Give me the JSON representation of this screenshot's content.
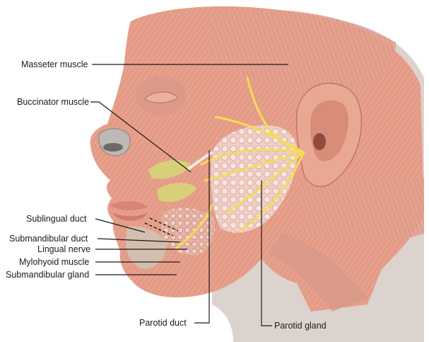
{
  "labels": {
    "masseter": "Masseter muscle",
    "buccinator": "Buccinator muscle",
    "sublingual_duct": "Sublingual duct",
    "submandibular_duct": "Submandibular duct",
    "lingual_nerve": "Lingual nerve",
    "mylohyoid": "Mylohyoid muscle",
    "submandibular_gland": "Submandibular gland",
    "parotid_duct": "Parotid duct",
    "parotid_gland": "Parotid gland"
  },
  "colors": {
    "skin_muscle": "#e8a58f",
    "muscle_dark": "#c9776a",
    "gland": "#f3d6cf",
    "nerve": "#f3dc5a",
    "fat": "#d8cf7a",
    "bone_gray": "#b9b6b2",
    "leader_line": "#1a1a1a"
  }
}
